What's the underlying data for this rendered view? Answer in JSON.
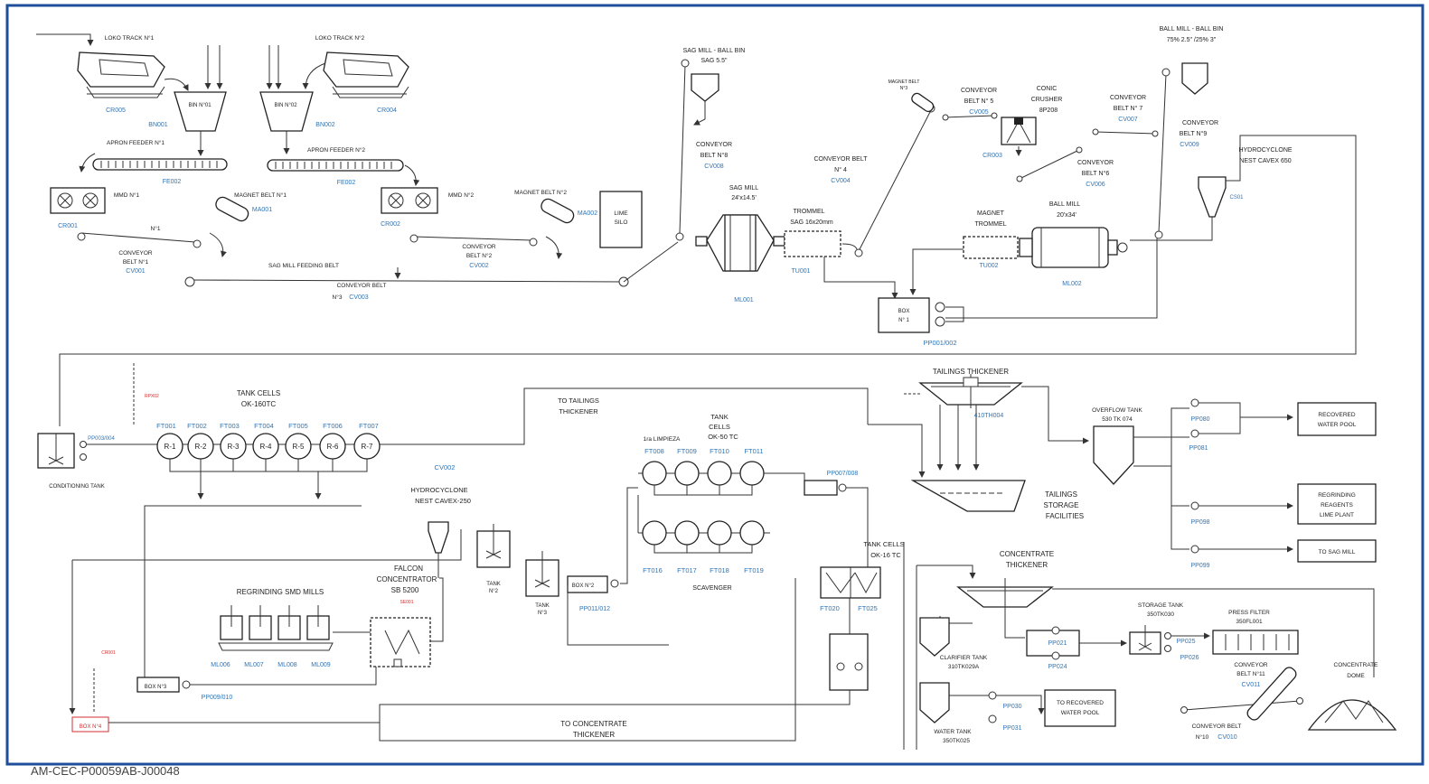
{
  "document_id": "AM-CEC-P00059AB-J00048",
  "colors": {
    "frame": "#1f4e9a",
    "tag": "#2e75b6",
    "warning": "#d23030",
    "line": "#333333"
  },
  "crushing": {
    "loader1": "LOKO TRACK N°1",
    "loader1_tag": "CR005",
    "loader2": "LOKO TRACK N°2",
    "loader2_tag": "CR004",
    "bin1": "BIN N°01",
    "bin1_tag": "BN001",
    "bin2": "BIN N°02",
    "bin2_tag": "BN002",
    "apron1": "APRON FEEDER N°1",
    "apron1_tag": "FE002",
    "apron2": "APRON FEEDER N°2",
    "apron2_tag": "FE002",
    "mmd1": "MMD N°1",
    "mmd1_tag": "CR001",
    "mmd2": "MMD N°2",
    "mmd2_tag": "CR002",
    "magnet1": "MAGNET BELT N°1",
    "magnet1_tag": "MA001",
    "magnet2": "MAGNET BELT N°2",
    "magnet2_tag": "MA002",
    "cv1_a": "N°1",
    "cv1_b": "CONVEYOR",
    "cv1_c": "BELT N°1",
    "cv1_tag": "CV001",
    "cv2_a": "CONVEYOR",
    "cv2_b": "BELT N°2",
    "cv2_tag": "CV002",
    "sag_feed": "SAG MILL FEEDING BELT",
    "cv3_a": "CONVEYOR BELT",
    "cv3_b": "N°3",
    "cv3_tag": "CV003",
    "lime_a": "LIME",
    "lime_b": "SILO"
  },
  "milling": {
    "sag_bin_a": "SAG MILL - BALL BIN",
    "sag_bin_b": "SAG 5.5\"",
    "cv8_a": "CONVEYOR",
    "cv8_b": "BELT N°8",
    "cv8_tag": "CV008",
    "sag_mill_a": "SAG MILL",
    "sag_mill_b": "24'x14.5'",
    "sag_mill_tag": "ML001",
    "trommel_a": "TROMMEL",
    "trommel_b": "SAG 16x20mm",
    "trommel_tag": "TU001",
    "cv4_a": "CONVEYOR BELT",
    "cv4_b": "N° 4",
    "cv4_tag": "CV004",
    "magnet3_a": "MAGNET BELT",
    "magnet3_b": "N°3",
    "cv5_a": "CONVEYOR",
    "cv5_b": "BELT N° 5",
    "cv5_tag": "CV005",
    "crusher_a": "CONIC",
    "crusher_b": "CRUSHER",
    "crusher_c": "8P208",
    "crusher_tag": "CR003",
    "cv6_a": "CONVEYOR",
    "cv6_b": "BELT N°6",
    "cv6_tag": "CV006",
    "cv7_a": "CONVEYOR",
    "cv7_b": "BELT N° 7",
    "cv7_tag": "CV007",
    "ball_bin_a": "BALL MILL - BALL BIN",
    "ball_bin_b": "75% 2.5\" /25% 3\"",
    "cv9_a": "CONVEYOR",
    "cv9_b": "BELT N°9",
    "cv9_tag": "CV009",
    "hydro1_a": "HYDROCYCLONE",
    "hydro1_b": "NEST CAVEX 650",
    "hydro1_tag": "CS01",
    "mag_trommel_a": "MAGNET",
    "mag_trommel_b": "TROMMEL",
    "mag_trommel_tag": "TU002",
    "ball_mill_a": "BALL MILL",
    "ball_mill_b": "20'x34'",
    "ball_mill_tag": "ML002",
    "box1_a": "BOX",
    "box1_b": "N° 1",
    "box1_tag": "PP001/002"
  },
  "flotation": {
    "tank_cells_a": "TANK CELLS",
    "tank_cells_b": "OK-160TC",
    "cell_tags": [
      "FT001",
      "FT002",
      "FT003",
      "FT004",
      "FT005",
      "FT006",
      "FT007"
    ],
    "cells": [
      "R-1",
      "R-2",
      "R-3",
      "R-4",
      "R-5",
      "R-6",
      "R-7"
    ],
    "cond_tank": "CONDITIONING TANK",
    "cond_tag": "PP003/004",
    "cv002": "CV002",
    "to_tailings_a": "TO TAILINGS",
    "to_tailings_b": "THICKENER",
    "hydro2_a": "HYDROCYCLONE",
    "hydro2_b": "NEST CAVEX-250",
    "falcon_a": "FALCON",
    "falcon_b": "CONCENTRATOR",
    "falcon_c": "SB 5200",
    "regrind": "REGRINDING SMD MILLS",
    "regrind_tags": [
      "ML006",
      "ML007",
      "ML008",
      "ML009"
    ],
    "tank2_a": "TANK",
    "tank2_b": "N°2",
    "tank3_a": "TANK",
    "tank3_b": "N°3",
    "box2": "BOX N°2",
    "box2_tag": "PP011/012",
    "box3": "BOX N°3",
    "box3_tag": "PP009/010",
    "box4": "BOX N°4",
    "clean_cells_a": "TANK",
    "clean_cells_b": "CELLS",
    "clean_cells_c": "OK-50 TC",
    "cleaner_a": "1ra LIMPIEZA",
    "clean_tags": [
      "FT008",
      "FT009",
      "FT010",
      "FT011"
    ],
    "scav_tags": [
      "FT016",
      "FT017",
      "FT018",
      "FT019"
    ],
    "scavenger": "SCAVENGER",
    "box5_tag": "PP007/008",
    "tc16_a": "TANK CELLS",
    "tc16_b": "OK-16 TC",
    "tc16_tags": [
      "FT020",
      "FT025"
    ],
    "to_conc_a": "TO CONCENTRATE",
    "to_conc_b": "THICKENER"
  },
  "tailings": {
    "thickener": "TAILINGS THICKENER",
    "thickener_tag": "410TH004",
    "overflow_a": "OVERFLOW TANK",
    "overflow_b": "530 TK 074",
    "pumps": [
      "PP080",
      "PP081",
      "PP098",
      "PP099"
    ],
    "recovered_a": "RECOVERED",
    "recovered_b": "WATER POOL",
    "reagents_a": "REGRINDING",
    "reagents_b": "REAGENTS",
    "reagents_c": "LIME PLANT",
    "to_sag": "TO SAG MILL",
    "storage_a": "TAILINGS",
    "storage_b": "STORAGE",
    "storage_c": "FACILITIES"
  },
  "concentrate": {
    "thickener_a": "CONCENTRATE",
    "thickener_b": "THICKENER",
    "clarifier_a": "CLARIFIER TANK",
    "clarifier_b": "310TK029A",
    "pp021": "PP021",
    "pp024": "PP024",
    "storage_a": "STORAGE TANK",
    "storage_b": "350TK030",
    "pp025": "PP025",
    "pp026": "PP026",
    "press_a": "PRESS FILTER",
    "press_b": "350FL001",
    "water_a": "WATER TANK",
    "water_b": "350TK025",
    "pp030": "PP030",
    "pp031": "PP031",
    "recycle_a": "TO RECOVERED",
    "recycle_b": "WATER POOL",
    "cv11_a": "CONVEYOR",
    "cv11_b": "BELT N°11",
    "cv11_tag": "CV011",
    "cv10_a": "CONVEYOR BELT",
    "cv10_b": "N°10",
    "cv10_tag": "CV010",
    "dome_a": "CONCENTRATE",
    "dome_b": "DOME"
  }
}
